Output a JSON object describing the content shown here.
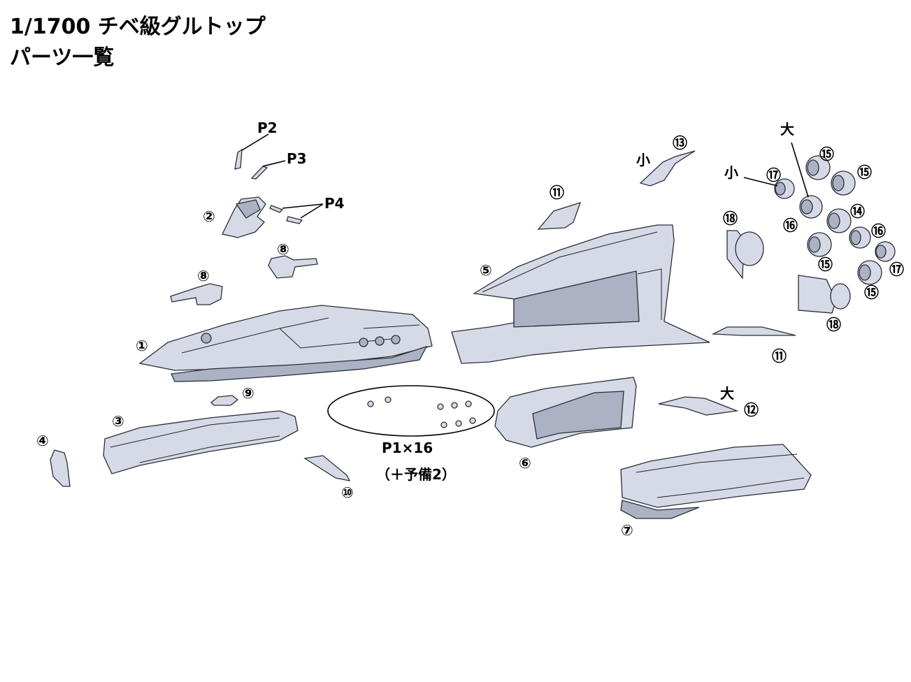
{
  "header": {
    "title": "1/1700 チベ級グルトップ",
    "subtitle": "パーツ一覧"
  },
  "labels": {
    "p1": "P1×16",
    "p1_spare": "（＋予備2）",
    "p2": "P2",
    "p3": "P3",
    "p4": "P4",
    "small": "小",
    "large": "大"
  },
  "part_numbers": {
    "n1": "①",
    "n2": "②",
    "n3": "③",
    "n4": "④",
    "n5": "⑤",
    "n6": "⑥",
    "n7": "⑦",
    "n8": "⑧",
    "n9": "⑨",
    "n10": "⑩",
    "n11": "⑪",
    "n12": "⑫",
    "n13": "⑬",
    "n14": "⑭",
    "n15": "⑮",
    "n16": "⑯",
    "n17": "⑰",
    "n18": "⑱"
  },
  "colors": {
    "part_fill": "#d5dae6",
    "part_shade": "#aab2c4",
    "outline": "#2a2d36"
  }
}
